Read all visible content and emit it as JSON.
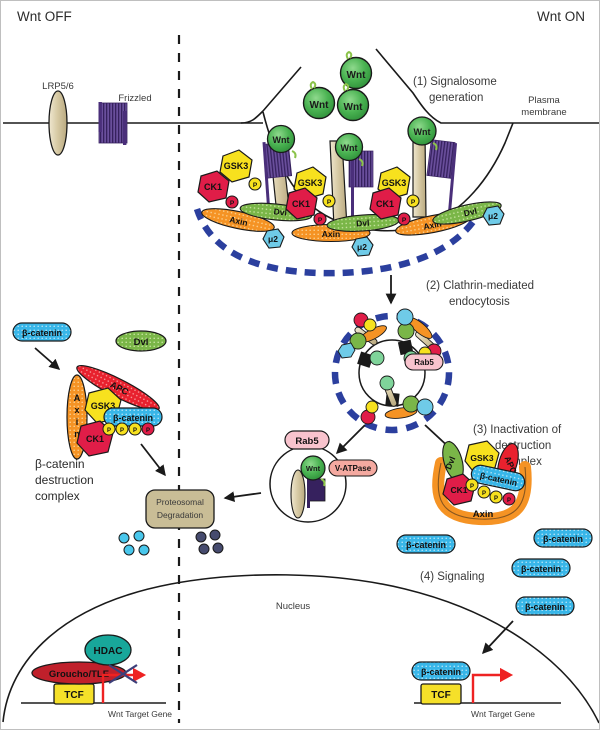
{
  "figure": {
    "title_left": "Wnt OFF",
    "title_right": "Wnt ON",
    "membrane_label": "Plasma\nmembrane",
    "membrane_label_line1": "Plasma",
    "membrane_label_line2": "membrane",
    "nucleus_label": "Nucleus"
  },
  "steps": [
    {
      "id": "step1",
      "line1": "(1) Signalosome",
      "line2": "generation"
    },
    {
      "id": "step2",
      "line1": "(2) Clathrin-mediated",
      "line2": "endocytosis"
    },
    {
      "id": "step3",
      "line1": "(3) Inactivation of",
      "line2": "destruction",
      "line3": "complex"
    },
    {
      "id": "step4",
      "line1": "(4) Signaling"
    }
  ],
  "receptors": {
    "lrp": "LRP5/6",
    "frizzled": "Frizzled"
  },
  "destruction_complex_caption": {
    "line1": "β-catenin",
    "line2": "destruction",
    "line3": "complex"
  },
  "proteins": {
    "wnt": "Wnt",
    "gsk3": "GSK3",
    "ck1": "CK1",
    "axin": "Axin",
    "dvl": "Dvl",
    "apc": "APC",
    "mu2": "μ2",
    "bcatenin": "β-catenin",
    "rab5": "Rab5",
    "vatpase": "V-ATPase",
    "hdac": "HDAC",
    "groucho": "Groucho/TLE",
    "tcf": "TCF",
    "phospho": "P"
  },
  "proteosome": {
    "line1": "Proteosomal",
    "line2": "Degradation"
  },
  "gene": {
    "target": "Wnt Target Gene"
  },
  "colors": {
    "wnt_green": "#3aa845",
    "gsk3_yellow": "#f7e11e",
    "ck1_crimson": "#e01d48",
    "axin_orange": "#f59324",
    "dvl_green": "#7ab648",
    "apc_red": "#e8212e",
    "mu2_blue": "#6fcbe8",
    "bcatenin_blue": "#38b6e8",
    "rab5_pink": "#f8c3cd",
    "vatpase_pink": "#f4a9a0",
    "hdac_teal": "#18a79a",
    "groucho_red": "#c0202b",
    "tcf_yellow": "#f5e029",
    "receptor_tan": "#d8cba6",
    "frizzled_purple": "#4a2f7a",
    "clathrin_blue": "#2b3f9e",
    "proteosome_tan": "#c9bd96",
    "gene_arrow_red": "#ee2222",
    "membrane_black": "#1a1a1a"
  },
  "wnt_cluster_labels": [
    "Wnt",
    "Wnt",
    "Wnt",
    "Wnt",
    "Wnt",
    "Wnt"
  ],
  "signalosome_units": [
    {
      "gsk3": "GSK3",
      "ck1": "CK1",
      "axin": "Axin",
      "dvl": "Dvl",
      "mu2": "μ2",
      "wnt": "Wnt"
    },
    {
      "gsk3": "GSK3",
      "ck1": "CK1",
      "axin": "Axin",
      "dvl": "Dvl",
      "mu2": "μ2",
      "wnt": "Wnt"
    },
    {
      "gsk3": "GSK3",
      "ck1": "CK1",
      "axin": "Axin",
      "dvl": "Dvl",
      "mu2": "μ2",
      "wnt": "Wnt"
    }
  ],
  "free_bcatenins": [
    "β-catenin",
    "β-catenin",
    "β-catenin",
    "β-catenin",
    "β-catenin"
  ],
  "phospho_count": 4
}
